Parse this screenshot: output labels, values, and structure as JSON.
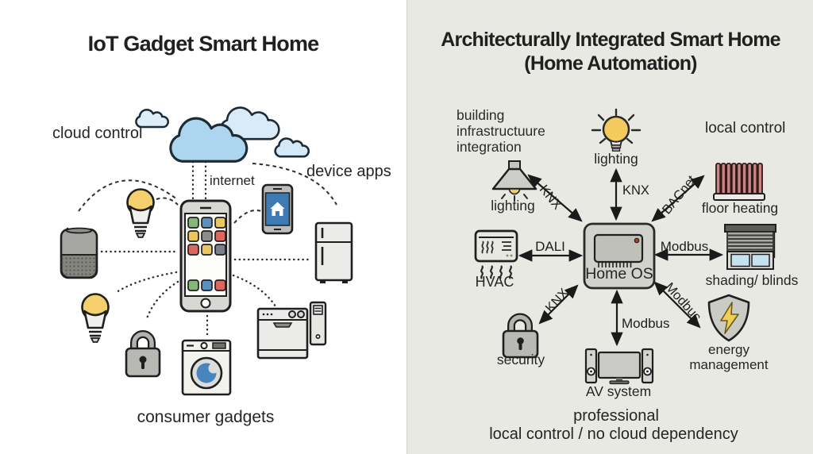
{
  "colors": {
    "left_bg": "#ffffff",
    "right_bg": "#e9e9e4",
    "cloud_blue": "#aed5ef",
    "bulb_yellow": "#f2ca5e",
    "phone_screen_blue": "#3e7ab4",
    "washer_drum_blue": "#4884bd",
    "radiator_red": "#c98585",
    "shield_bolt_yellow": "#f1cf55",
    "outline_dark": "#1f1f1f"
  },
  "left_panel": {
    "title": "IoT Gadget Smart Home",
    "labels": {
      "cloud_control": "cloud control",
      "internet": "internet",
      "device_apps": "device apps",
      "consumer_gadgets": "consumer gadgets"
    },
    "devices": [
      "cloud",
      "smart speaker",
      "smart bulb",
      "smart bulb",
      "smart lock",
      "smartphone app hub",
      "smartphone home app",
      "refrigerator",
      "dishwasher",
      "smart tower",
      "washing machine"
    ]
  },
  "right_panel": {
    "title_line1": "Architecturally Integrated Smart Home",
    "title_line2": "(Home Automation)",
    "annotations": {
      "building_line1": "building",
      "building_line2": "infrastructuure",
      "building_line3": "integration",
      "local_control": "local control"
    },
    "hub_label": "Home OS",
    "nodes": [
      {
        "id": "lighting-pendant",
        "label": "lighting",
        "protocol": "KNX"
      },
      {
        "id": "lighting-bulb",
        "label": "lighting",
        "protocol": "KNX"
      },
      {
        "id": "floor-heating",
        "label": "floor heating",
        "protocol": "BACnet"
      },
      {
        "id": "hvac",
        "label": "HVAC",
        "protocol": "DALI"
      },
      {
        "id": "shading-blinds",
        "label": "shading/ blinds",
        "protocol": "Modbus"
      },
      {
        "id": "security",
        "label": "security",
        "protocol": "KNX"
      },
      {
        "id": "av-system",
        "label": "AV system",
        "protocol": "Modbus"
      },
      {
        "id": "energy-management",
        "label": "energy management",
        "protocol": "Modbus"
      }
    ],
    "footer_line1": "professional",
    "footer_line2": "local control / no cloud dependency"
  }
}
